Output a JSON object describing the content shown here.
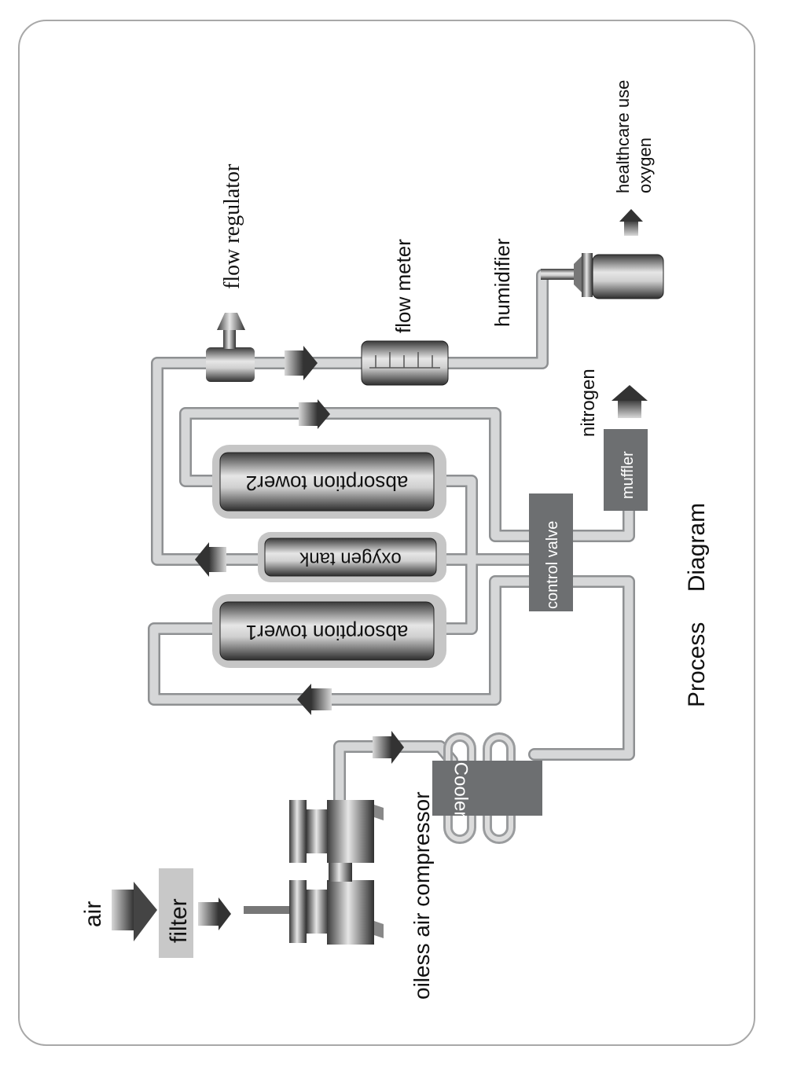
{
  "title": "Process Diagram",
  "labels": {
    "air": "air",
    "filter": "filter",
    "compressor": "oiless air compressor",
    "cooler": "Cooler",
    "tower1": "absorption tower1",
    "tower2": "absorption tower2",
    "oxygen_tank": "oxygen tank",
    "control_valve": "control valve",
    "muffler": "muffler",
    "nitrogen": "nitrogen",
    "flow_regulator": "flow regulator",
    "flow_meter": "flow meter",
    "humidifier": "humidifier",
    "output_line1": "healthcare use",
    "output_line2": "oxygen"
  },
  "colors": {
    "box_fill": "#6d6f71",
    "pipe": "#c4c6c8",
    "frame": "#a8a8a8"
  }
}
